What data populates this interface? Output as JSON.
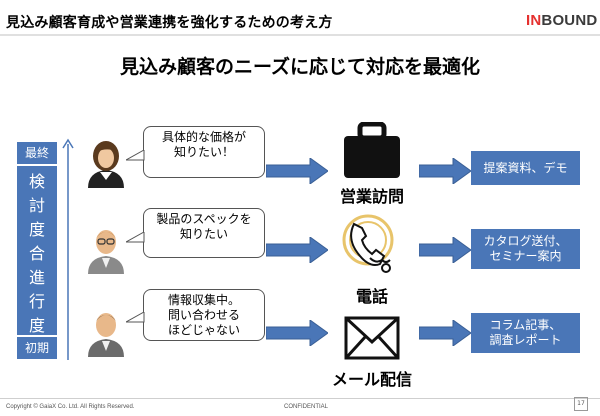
{
  "header": {
    "title": "見込み顧客育成や営業連携を強化するための考え方"
  },
  "logo": {
    "text_in": "IN",
    "text_rest": "BOUND"
  },
  "subtitle": "見込み顧客のニーズに応じて対応を最適化",
  "stages": {
    "top": "最終",
    "middle_chars": [
      "検",
      "討",
      "度",
      "合",
      "進",
      "行",
      "度"
    ],
    "bottom": "初期"
  },
  "rows": [
    {
      "bubble_lines": [
        "具体的な価格が",
        "知りたい！"
      ],
      "channel": "営業訪問",
      "channel_icon": "bag-icon",
      "result_lines": [
        "提案資料、デモ"
      ]
    },
    {
      "bubble_lines": [
        "製品のスペックを",
        "知りたい"
      ],
      "channel": "電話",
      "channel_icon": "phone-icon",
      "result_lines": [
        "カタログ送付、",
        "セミナー案内"
      ]
    },
    {
      "bubble_lines": [
        "情報収集中。",
        "問い合わせる",
        "ほどじゃない"
      ],
      "channel": "メール配信",
      "channel_icon": "mail-icon",
      "result_lines": [
        "コラム記事、",
        "調査レポート"
      ]
    }
  ],
  "footer": {
    "copyright": "Copyright © GaiaX Co. Ltd.  All Rights Reserved.",
    "confidential": "CONFIDENTIAL",
    "page": "17"
  },
  "colors": {
    "accent_blue": "#4a76b7",
    "logo_red": "#e5312f"
  }
}
